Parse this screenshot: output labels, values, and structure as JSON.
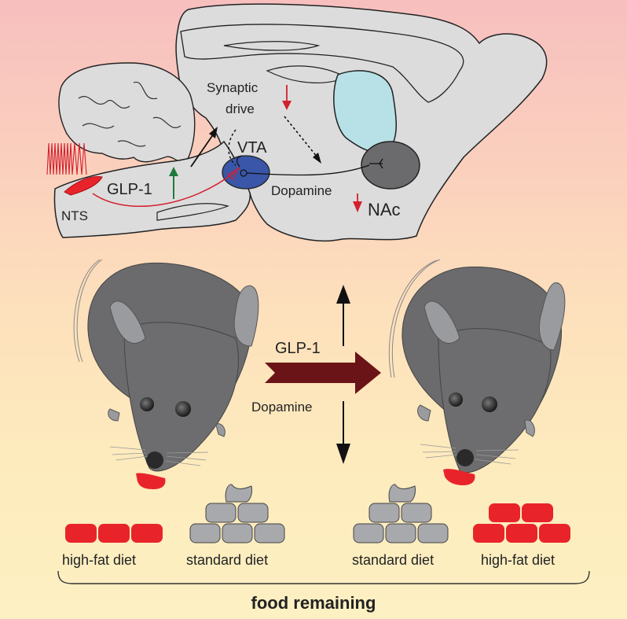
{
  "title": "GLP-1 action on NTS-VTA-NAc circuit and food preference",
  "brain": {
    "labels": {
      "synaptic": "Synaptic",
      "drive": "drive",
      "vta": "VTA",
      "glp1": "GLP-1",
      "nts": "NTS",
      "dopamine": "Dopamine",
      "nac": "NAc"
    },
    "colors": {
      "brain_fill": "#dcdcdc",
      "vta": "#3a56a8",
      "nac": "#6b6b6d",
      "striatum": "#b7e1e6",
      "nts": "#e8242a",
      "increase_arrow": "#1e7a3c",
      "decrease_arrow": "#d3202e"
    }
  },
  "effect": {
    "glp1_label": "GLP-1",
    "dopamine_label": "Dopamine",
    "arrow_color": "#6b1417"
  },
  "food": {
    "left": [
      {
        "label": "high-fat diet",
        "color": "#e8242a",
        "blocks": 3
      },
      {
        "label": "standard diet",
        "color": "#a8a9ad",
        "blocks": 5
      }
    ],
    "right": [
      {
        "label": "standard diet",
        "color": "#a8a9ad",
        "blocks": 5
      },
      {
        "label": "high-fat diet",
        "color": "#e8242a",
        "blocks": 5
      }
    ],
    "caption": "food remaining"
  }
}
